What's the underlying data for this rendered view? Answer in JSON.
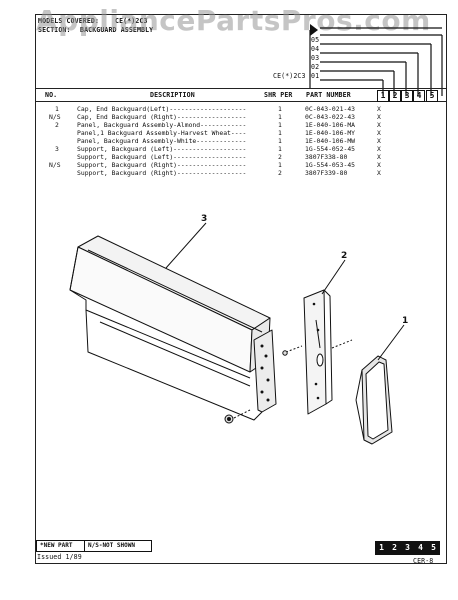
{
  "watermark": "AppliancePartsPros.com",
  "header": {
    "models_label": "MODELS COVERED:",
    "models_value": "CE(*)2C3",
    "section_label": "SECTION:",
    "section_value": "BACKGUARD ASSEMBLY",
    "model_codes": [
      "05",
      "04",
      "03",
      "02",
      "01"
    ],
    "model_prefix": "CE(*)2C3"
  },
  "columns": {
    "no": "NO.",
    "description": "DESCRIPTION",
    "qty": "SHR PER",
    "part_number": "PART NUMBER",
    "model_numbers": [
      "1",
      "2",
      "3",
      "4",
      "5"
    ]
  },
  "parts": [
    {
      "no": "1",
      "description": "Cap, End Backguard(Left)--------------------",
      "qty": "1",
      "part": "0C-043-021-43",
      "mark": "X"
    },
    {
      "no": "N/S",
      "description": "Cap, End Backguard (Right)------------------",
      "qty": "1",
      "part": "0C-043-022-43",
      "mark": "X"
    },
    {
      "no": "2",
      "description": "Panel, Backguard Assembly-Almond------------",
      "qty": "1",
      "part": "1E-040-106-MA",
      "mark": "X"
    },
    {
      "no": "",
      "description": "Panel,1 Backguard Assembly-Harvest Wheat----",
      "qty": "1",
      "part": "1E-040-106-MY",
      "mark": "X"
    },
    {
      "no": "",
      "description": "Panel, Backguard Assembly-White-------------",
      "qty": "1",
      "part": "1E-040-106-MW",
      "mark": "X"
    },
    {
      "no": "3",
      "description": "Support, Backguard (Left)-------------------",
      "qty": "1",
      "part": "1G-554-052-45",
      "mark": "X"
    },
    {
      "no": "",
      "description": "Support, Backguard (Left)-------------------",
      "qty": "2",
      "part": "3807F338-80",
      "mark": "X"
    },
    {
      "no": "N/S",
      "description": "Support, Backguard (Right)------------------",
      "qty": "1",
      "part": "1G-554-053-45",
      "mark": "X"
    },
    {
      "no": "",
      "description": "Support, Backguard (Right)------------------",
      "qty": "2",
      "part": "3807F339-80",
      "mark": "X"
    }
  ],
  "callouts": [
    "1",
    "2",
    "3"
  ],
  "footer": {
    "new_part": "*NEW PART",
    "not_shown": "N/S-NOT SHOWN",
    "issued": "Issued 1/89",
    "page_code": "CER-8",
    "model_numbers": [
      "1",
      "2",
      "3",
      "4",
      "5"
    ]
  }
}
